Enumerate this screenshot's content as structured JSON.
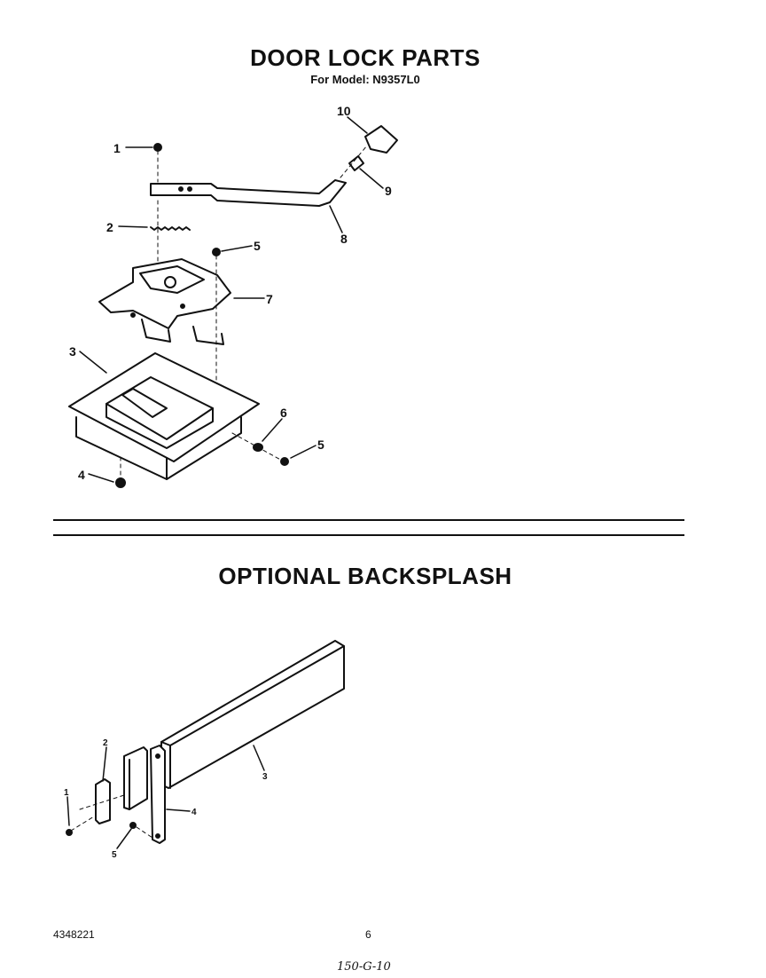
{
  "sections": {
    "door_lock": {
      "title": "DOOR LOCK PARTS",
      "subtitle": "For Model: N9357L0",
      "callouts": [
        "1",
        "2",
        "3",
        "4",
        "5",
        "5",
        "6",
        "7",
        "8",
        "9",
        "10"
      ]
    },
    "backsplash": {
      "title": "OPTIONAL BACKSPLASH",
      "callouts": [
        "1",
        "2",
        "3",
        "4",
        "5"
      ]
    }
  },
  "footer": {
    "part_code": "4348221",
    "page_number": "6",
    "handwritten_note": "150-G-10"
  }
}
